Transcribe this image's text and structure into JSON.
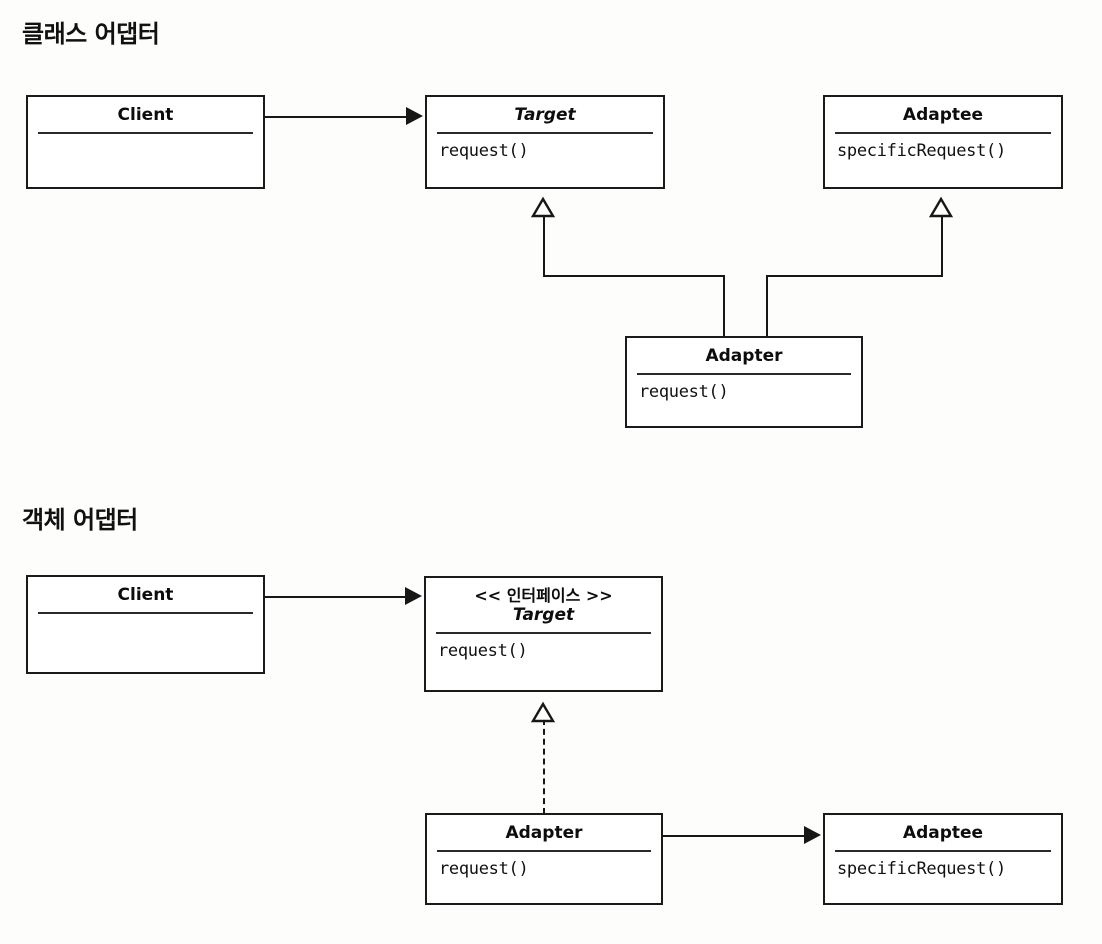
{
  "page": {
    "background": "#fdfdfc",
    "line_color": "#171717",
    "text_color": "#0d0d0d"
  },
  "diagrams": [
    {
      "title": "클래스 어댑터",
      "boxes": {
        "client": {
          "name": "Client",
          "operations": "",
          "stereotype": "",
          "italic": false
        },
        "target": {
          "name": "Target",
          "operations": "request()",
          "stereotype": "",
          "italic": true
        },
        "adaptee": {
          "name": "Adaptee",
          "operations": "specificRequest()",
          "stereotype": "",
          "italic": false
        },
        "adapter": {
          "name": "Adapter",
          "operations": "request()",
          "stereotype": "",
          "italic": false
        }
      },
      "relations": [
        {
          "kind": "association",
          "from": "Client",
          "to": "Target"
        },
        {
          "kind": "generalization",
          "from": "Adapter",
          "to": "Target"
        },
        {
          "kind": "generalization",
          "from": "Adapter",
          "to": "Adaptee"
        }
      ]
    },
    {
      "title": "객체 어댑터",
      "boxes": {
        "client": {
          "name": "Client",
          "operations": "",
          "stereotype": "",
          "italic": false
        },
        "target": {
          "name": "Target",
          "operations": "request()",
          "stereotype": "<< 인터페이스 >>",
          "italic": true
        },
        "adapter": {
          "name": "Adapter",
          "operations": "request()",
          "stereotype": "",
          "italic": false
        },
        "adaptee": {
          "name": "Adaptee",
          "operations": "specificRequest()",
          "stereotype": "",
          "italic": false
        }
      },
      "relations": [
        {
          "kind": "association",
          "from": "Client",
          "to": "Target"
        },
        {
          "kind": "realization",
          "from": "Adapter",
          "to": "Target"
        },
        {
          "kind": "association",
          "from": "Adapter",
          "to": "Adaptee"
        }
      ]
    }
  ]
}
